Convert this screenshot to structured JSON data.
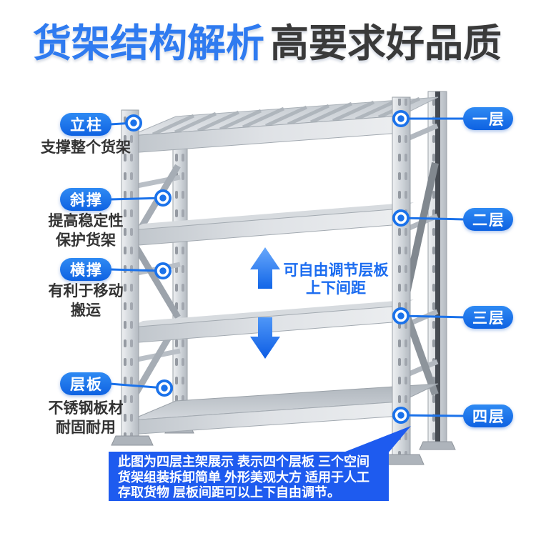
{
  "title": {
    "part_blue": "货架结构解析",
    "part_dark": "高要求好品质"
  },
  "left_callouts": [
    {
      "label": "立柱",
      "desc_lines": [
        "支撑整个货架"
      ]
    },
    {
      "label": "斜撑",
      "desc_lines": [
        "提高稳定性",
        "保护货架"
      ]
    },
    {
      "label": "横撑",
      "desc_lines": [
        "有利于移动",
        "搬运"
      ]
    },
    {
      "label": "层板",
      "desc_lines": [
        "不锈钢板材",
        "耐固耐用"
      ]
    }
  ],
  "right_callouts": [
    {
      "label": "一层"
    },
    {
      "label": "二层"
    },
    {
      "label": "三层"
    },
    {
      "label": "四层"
    }
  ],
  "center_note": {
    "line1": "可自由调节层板",
    "line2": "上下间距"
  },
  "bottom_note": {
    "line1": "此图为四层主架展示 表示四个层板 三个空间",
    "line2": "货架组装拆卸简单 外形美观大方 适用于人工",
    "line3": "存取货物 层板间距可以上下自由调节。"
  },
  "colors": {
    "accent_blue": "#1b6cec",
    "pill_blue": "#1674ea",
    "title_blue": "#2f7bf0",
    "title_dark": "#3a3a3a",
    "note_bg": "#1e5bef",
    "marker_blue": "#1b72ea",
    "metal_light": "#e8ebee",
    "metal_dark": "#8f959c"
  }
}
